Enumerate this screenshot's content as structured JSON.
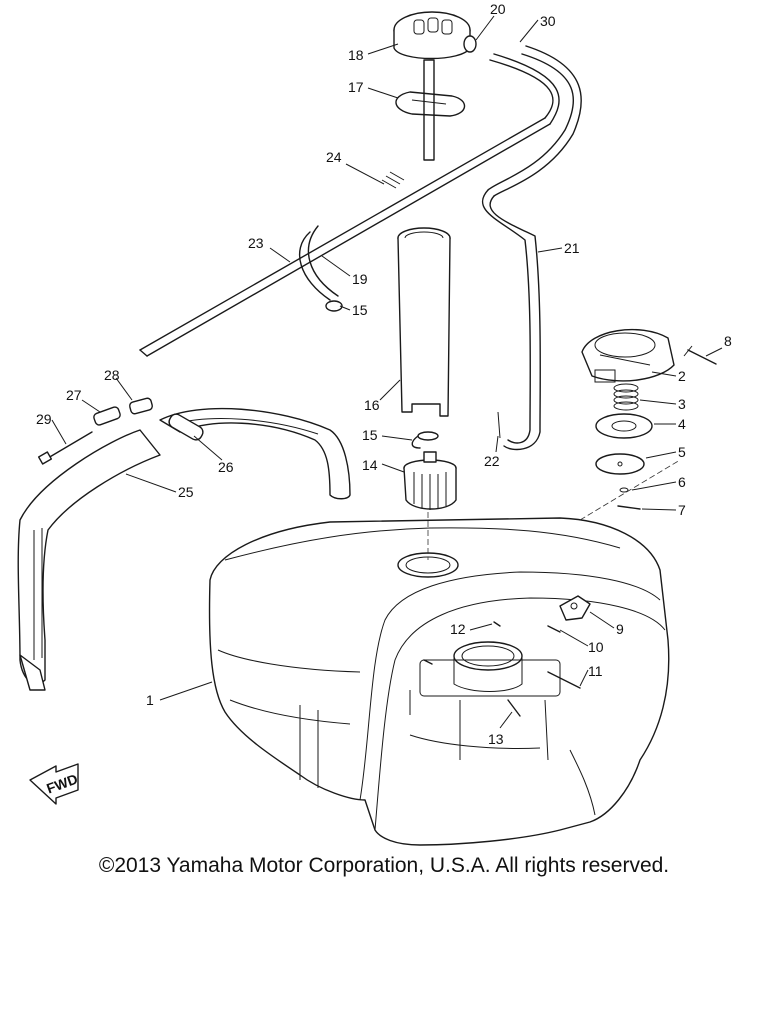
{
  "diagram": {
    "fwd_mark": "FWD",
    "parts": [
      {
        "id": "p1",
        "label": "1"
      },
      {
        "id": "p2",
        "label": "2"
      },
      {
        "id": "p3",
        "label": "3"
      },
      {
        "id": "p4",
        "label": "4"
      },
      {
        "id": "p5",
        "label": "5"
      },
      {
        "id": "p6",
        "label": "6"
      },
      {
        "id": "p7",
        "label": "7"
      },
      {
        "id": "p8",
        "label": "8"
      },
      {
        "id": "p9",
        "label": "9"
      },
      {
        "id": "p10",
        "label": "10"
      },
      {
        "id": "p11",
        "label": "11"
      },
      {
        "id": "p12",
        "label": "12"
      },
      {
        "id": "p13",
        "label": "13"
      },
      {
        "id": "p14",
        "label": "14"
      },
      {
        "id": "p15a",
        "label": "15"
      },
      {
        "id": "p15b",
        "label": "15"
      },
      {
        "id": "p16",
        "label": "16"
      },
      {
        "id": "p17",
        "label": "17"
      },
      {
        "id": "p18",
        "label": "18"
      },
      {
        "id": "p19",
        "label": "19"
      },
      {
        "id": "p20",
        "label": "20"
      },
      {
        "id": "p21",
        "label": "21"
      },
      {
        "id": "p22",
        "label": "22"
      },
      {
        "id": "p23",
        "label": "23"
      },
      {
        "id": "p24",
        "label": "24"
      },
      {
        "id": "p25",
        "label": "25"
      },
      {
        "id": "p26",
        "label": "26"
      },
      {
        "id": "p27",
        "label": "27"
      },
      {
        "id": "p28",
        "label": "28"
      },
      {
        "id": "p29",
        "label": "29"
      },
      {
        "id": "p30",
        "label": "30"
      }
    ]
  },
  "footer": {
    "copyright": "©2013 Yamaha Motor Corporation, U.S.A. All rights reserved."
  }
}
